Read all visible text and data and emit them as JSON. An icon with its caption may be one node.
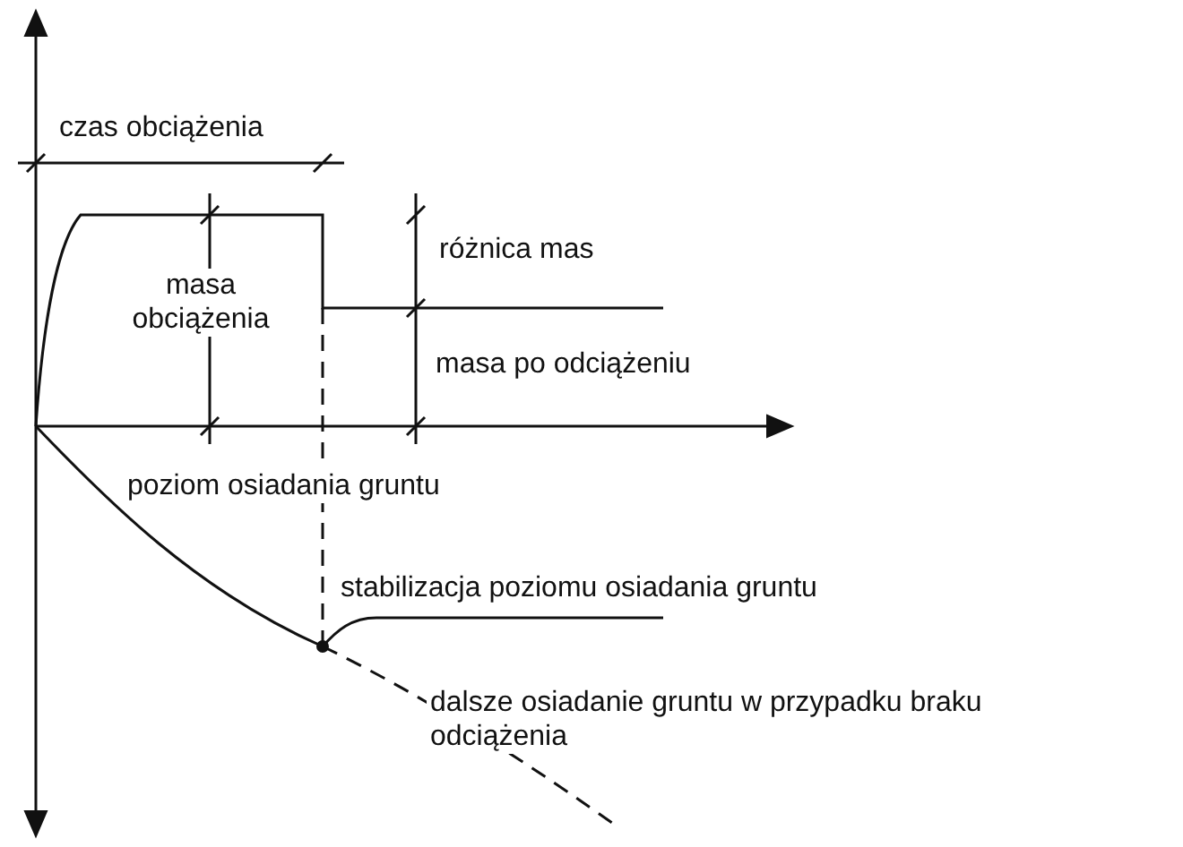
{
  "diagram": {
    "labels": [
      "czas obciążenia",
      "masa obciążenia",
      "różnica mas",
      "masa po odciążeniu",
      "poziom osiadania gruntu",
      "stabilizacja poziomu osiadania gruntu",
      "dalsze osiadanie gruntu w przypadku braku odciążenia"
    ]
  }
}
